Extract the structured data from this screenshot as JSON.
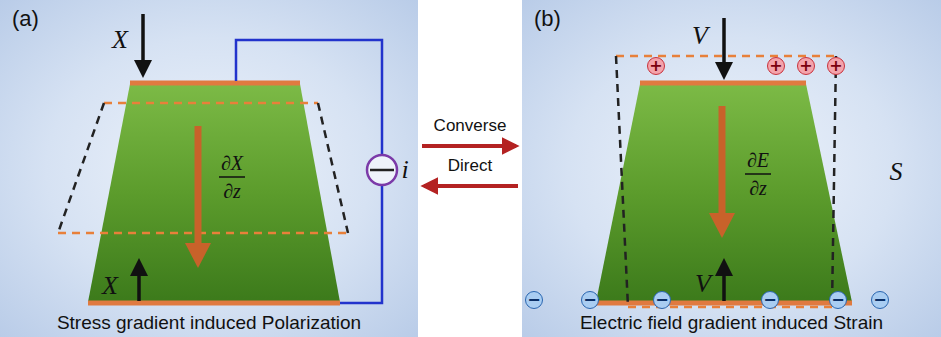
{
  "diagram": {
    "nodes": [
      {
        "text": [
          "(a)",
          "Stress gradient induced Polarization"
        ]
      },
      {
        "text": [
          "(b)",
          "Electric field gradient induced Strain"
        ]
      }
    ],
    "edges": [
      {
        "from": 0,
        "to": 1,
        "label": "Converse",
        "arrow": "to"
      },
      {
        "from": 1,
        "to": 0,
        "label": "Direct",
        "arrow": "to"
      }
    ],
    "labels": [
      "X",
      "X",
      "∂X",
      "∂z",
      "i",
      "V",
      "V",
      "∂E",
      "∂z",
      "S",
      "+",
      "+",
      "+",
      "+",
      "−",
      "−",
      "−",
      "−",
      "−",
      "−"
    ]
  }
}
